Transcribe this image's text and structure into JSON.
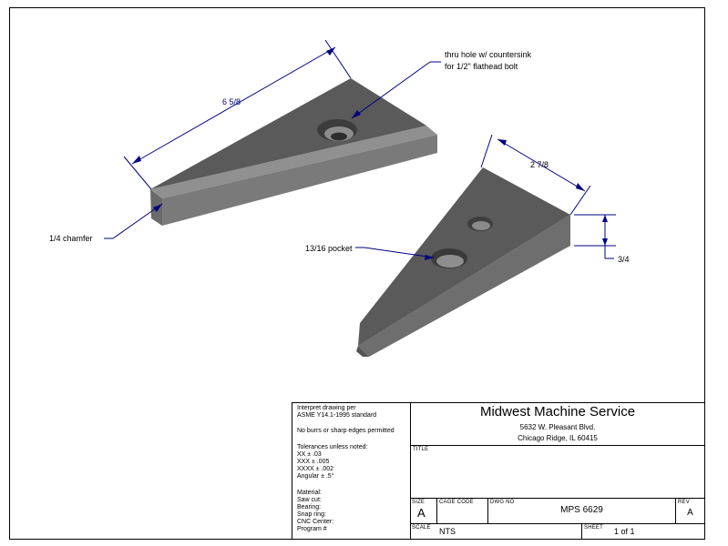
{
  "dimensions": {
    "length": "6 5/8",
    "width": "2 7/8",
    "thickness": "3/4"
  },
  "callouts": {
    "hole_line1": "thru hole w/ countersink",
    "hole_line2": "for 1/2\" flathead bolt",
    "chamfer": "1/4 chamfer",
    "pocket": "13/16 pocket"
  },
  "notes": {
    "interpret_1": "Interpret drawing per",
    "interpret_2": "ASME Y14.1-1995 standard",
    "burrs": "No burrs or sharp edges permitted",
    "tol_title": "Tolerances unless noted:",
    "tol_xx": "XX ± .03",
    "tol_xxx": "XXX ± .005",
    "tol_xxxx": "XXXX ± .002",
    "tol_angular": "Angular ± .5°",
    "material": "Material:",
    "saw_cut": "Saw cut:",
    "bearing": "Bearing:",
    "snap_ring": "Snap ring:",
    "cnc_center": "CNC Center:",
    "program": "Program #"
  },
  "company": {
    "name": "Midwest Machine Service",
    "address1": "5632 W. Pleasant Blvd.",
    "address2": "Chicago Ridge, IL 60415"
  },
  "titleblock": {
    "title_label": "TITLE",
    "size_label": "SIZE",
    "size_value": "A",
    "cage_label": "CAGE CODE",
    "dwg_label": "DWG NO",
    "dwg_value": "MPS 6629",
    "rev_label": "REV",
    "rev_value": "A",
    "scale_label": "SCALE",
    "scale_value": "NTS",
    "sheet_label": "SHEET",
    "sheet_value": "1 of 1"
  },
  "colors": {
    "part_top": "#5a5a5a",
    "part_side": "#8a8a8a",
    "part_dark": "#3e3e3e",
    "dimension": "#000080"
  }
}
